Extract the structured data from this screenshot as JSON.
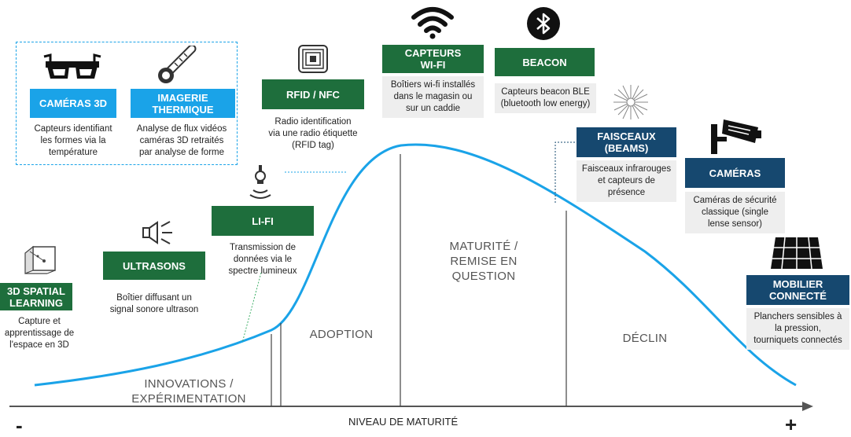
{
  "axis": {
    "label": "NIVEAU DE MATURITÉ",
    "minus": "-",
    "plus": "+"
  },
  "phases": {
    "innovations": "INNOVATIONS /\nEXPÉRIMENTATION",
    "adoption": "ADOPTION",
    "maturite": "MATURITÉ /\nREMISE EN\nQUESTION",
    "declin": "DÉCLIN"
  },
  "technologies": {
    "spatial": {
      "label": "3D SPATIAL\nLEARNING",
      "desc": "Capture et\napprentissage de\nl'espace en 3D"
    },
    "ultrasons": {
      "label": "ULTRASONS",
      "desc": "Boîtier diffusant un\nsignal sonore ultrason"
    },
    "lifi": {
      "label": "LI-FI",
      "desc": "Transmission de\ndonnées via le\nspectre lumineux"
    },
    "cameras3d": {
      "label": "CAMÉRAS 3D",
      "desc": "Capteurs identifiant\nles formes via la\ntempérature"
    },
    "imagerie": {
      "label": "IMAGERIE\nTHERMIQUE",
      "desc": "Analyse de flux vidéos\ncaméras 3D retraités\npar analyse de forme"
    },
    "rfid": {
      "label": "RFID / NFC",
      "desc": "Radio identification\nvia une radio étiquette\n(RFID tag)"
    },
    "wifi": {
      "label": "CAPTEURS\nWI-FI",
      "desc": "Boîtiers wi-fi installés\ndans le magasin ou\nsur un caddie"
    },
    "beacon": {
      "label": "BEACON",
      "desc": "Capteurs beacon BLE\n(bluetooth low energy)"
    },
    "faisceaux": {
      "label": "FAISCEAUX\n(BEAMS)",
      "desc": "Faisceaux infrarouges\net capteurs de\nprésence"
    },
    "cameras": {
      "label": "CAMÉRAS",
      "desc": "Caméras de sécurité\nclassique (single\nlense sensor)"
    },
    "mobilier": {
      "label": "MOBILIER\nCONNECTÉ",
      "desc": "Planchers sensibles à\nla pression,\ntourniquets connectés"
    }
  },
  "colors": {
    "green": "#1e6e3c",
    "light_blue": "#1aa3e8",
    "navy": "#16486f",
    "curve": "#1aa3e8"
  },
  "icons": [
    "3d-cube-icon",
    "speaker-ultrasound-icon",
    "lifi-bulb-icon",
    "3d-glasses-icon",
    "thermometer-icon",
    "rfid-chip-icon",
    "wifi-icon",
    "bluetooth-icon",
    "beam-sparkle-icon",
    "security-camera-icon",
    "connected-floor-icon"
  ]
}
